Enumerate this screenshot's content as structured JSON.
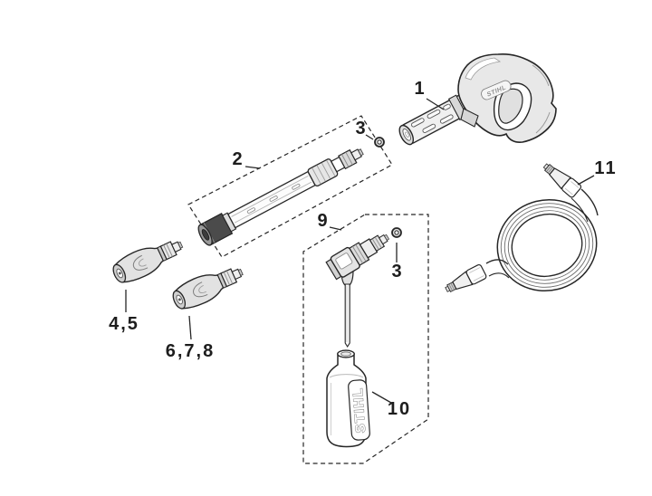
{
  "colors": {
    "background": "#ffffff",
    "line": "#262626",
    "shade_light": "#e8e8e8",
    "shade_mid": "#d2d2d2",
    "shade_dark": "#4b4b4b"
  },
  "callouts": {
    "spray_gun": "1",
    "lance": "2",
    "oring_upper": "3",
    "oring_lower": "3",
    "nozzle_left": "4,5",
    "nozzle_right": "6,7,8",
    "spray_set": "9",
    "bottle": "10",
    "hose": "11"
  },
  "logos": {
    "gun_logo": "STIHL",
    "bottle_logo": "STIHL"
  }
}
